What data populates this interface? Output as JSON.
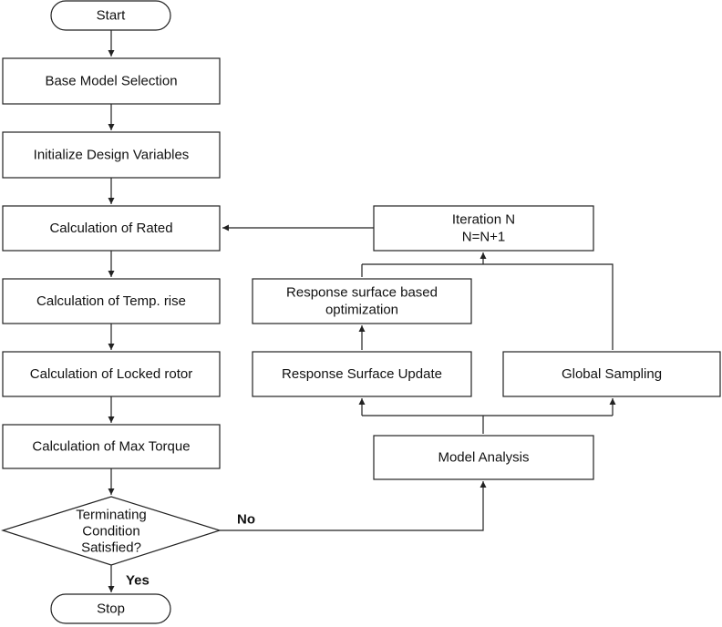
{
  "flowchart": {
    "start": "Start",
    "base_model_selection": "Base Model Selection",
    "initialize_design_variables": "Initialize Design Variables",
    "calculation_rated": "Calculation of Rated",
    "calculation_temp_rise": "Calculation of Temp. rise",
    "calculation_locked_rotor": "Calculation of Locked rotor",
    "calculation_max_torque": "Calculation of Max Torque",
    "decision": {
      "line1": "Terminating",
      "line2": "Condition",
      "line3": "Satisfied?"
    },
    "stop": "Stop",
    "yes_label": "Yes",
    "no_label": "No",
    "iteration": {
      "line1": "Iteration N",
      "line2": "N=N+1"
    },
    "rsm_optimization": {
      "line1": "Response surface based",
      "line2": "optimization"
    },
    "response_surface_update": "Response Surface Update",
    "global_sampling": "Global Sampling",
    "model_analysis": "Model Analysis"
  }
}
